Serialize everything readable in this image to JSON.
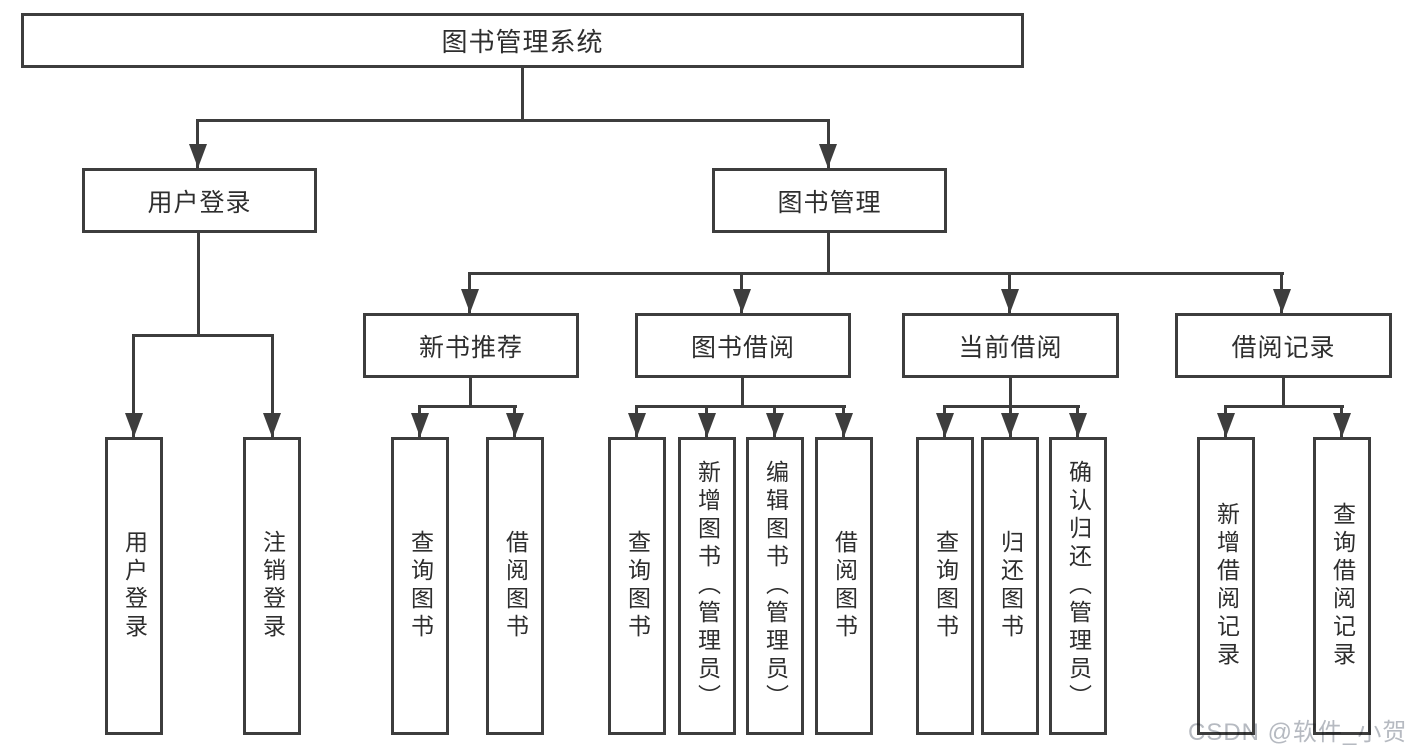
{
  "page": {
    "background_color": "#ffffff",
    "line_color": "#3d3d3d",
    "text_color": "#2e2e2e"
  },
  "tree": {
    "root": {
      "label": "图书管理系统"
    },
    "level2": [
      {
        "label": "用户登录"
      },
      {
        "label": "图书管理"
      }
    ],
    "level3": [
      {
        "label": "新书推荐"
      },
      {
        "label": "图书借阅"
      },
      {
        "label": "当前借阅"
      },
      {
        "label": "借阅记录"
      }
    ],
    "leaves": {
      "user_login": [
        {
          "label": "用户登录"
        },
        {
          "label": "注销登录"
        }
      ],
      "new_books": [
        {
          "label": "查询图书"
        },
        {
          "label": "借阅图书"
        }
      ],
      "book_borrow": [
        {
          "label": "查询图书"
        },
        {
          "label": "新增图书（管理员）"
        },
        {
          "label": "编辑图书（管理员）"
        },
        {
          "label": "借阅图书"
        }
      ],
      "current_borrow": [
        {
          "label": "查询图书"
        },
        {
          "label": "归还图书"
        },
        {
          "label": "确认归还（管理员）"
        }
      ],
      "borrow_records": [
        {
          "label": "新增借阅记录"
        },
        {
          "label": "查询借阅记录"
        }
      ]
    }
  },
  "watermark": {
    "text": "CSDN @软件_小贺同学",
    "color": "#b6bac1"
  }
}
